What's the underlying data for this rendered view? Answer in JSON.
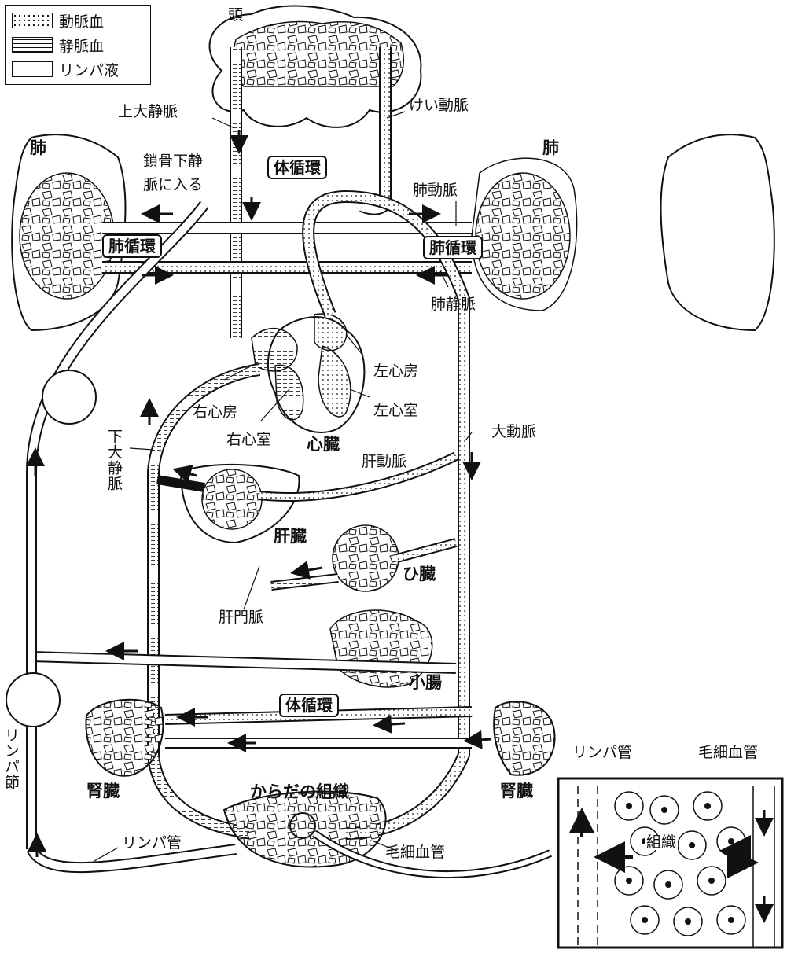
{
  "legend": [
    {
      "key": "arterial",
      "label": "動脈血"
    },
    {
      "key": "venous",
      "label": "静脈血"
    },
    {
      "key": "lymph",
      "label": "リンパ液"
    }
  ],
  "labels": {
    "head": "頭",
    "superior_vena_cava": "上大静脈",
    "carotid_artery": "けい動脈",
    "lung_left": "肺",
    "lung_right": "肺",
    "subclavian_note_1": "鎖骨下静",
    "subclavian_note_2": "脈に入る",
    "systemic_top": "体循環",
    "pulmonary_artery": "肺動脈",
    "pulmonary_left": "肺循環",
    "pulmonary_right": "肺循環",
    "pulmonary_vein": "肺静脈",
    "left_atrium": "左心房",
    "left_ventricle": "左心室",
    "right_atrium": "右心房",
    "right_ventricle": "右心室",
    "heart": "心臓",
    "aorta": "大動脈",
    "inferior_vena_cava": "下大静脈",
    "hepatic_artery": "肝動脈",
    "liver": "肝臓",
    "spleen": "ひ臓",
    "portal_vein": "肝門脈",
    "small_intestine": "小腸",
    "systemic_bottom": "体循環",
    "kidney_left": "腎臓",
    "kidney_right": "腎臓",
    "body_tissue": "からだの組織",
    "lymph_node": "リンパ節",
    "lymph_vessel": "リンパ管",
    "capillary": "毛細血管",
    "inset_lymph_vessel": "リンパ管",
    "inset_capillary": "毛細血管",
    "inset_tissue": "組織"
  }
}
